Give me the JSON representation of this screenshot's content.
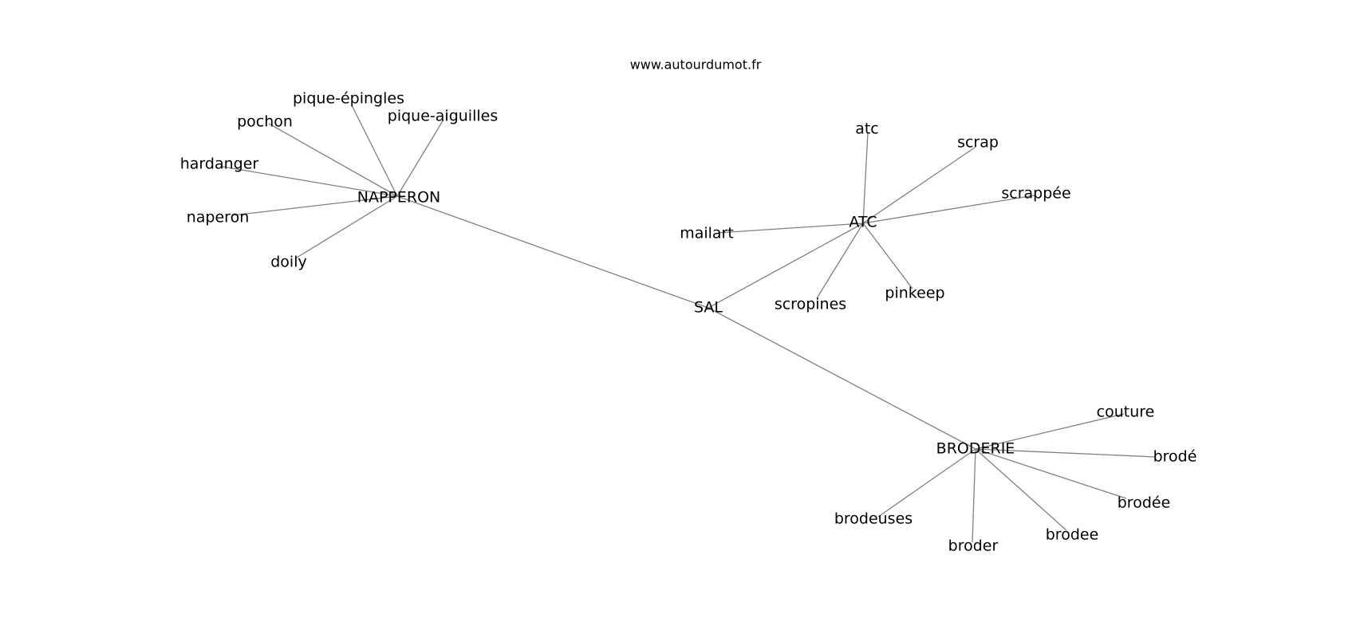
{
  "source": "www.autourdumot.fr",
  "colors": {
    "background": "#ffffff",
    "edge": "#808080",
    "text": "#000000"
  },
  "nodes": [
    {
      "id": "sal",
      "label": "SAL"
    },
    {
      "id": "napperon",
      "label": "NAPPERON"
    },
    {
      "id": "atc",
      "label": "ATC"
    },
    {
      "id": "broderie",
      "label": "BRODERIE"
    },
    {
      "id": "pique-epingles",
      "label": "pique-épingles"
    },
    {
      "id": "pique-aiguilles",
      "label": "pique-aiguilles"
    },
    {
      "id": "pochon",
      "label": "pochon"
    },
    {
      "id": "hardanger",
      "label": "hardanger"
    },
    {
      "id": "naperon",
      "label": "naperon"
    },
    {
      "id": "doily",
      "label": "doily"
    },
    {
      "id": "atc-lower",
      "label": "atc"
    },
    {
      "id": "scrap",
      "label": "scrap"
    },
    {
      "id": "scrappee",
      "label": "scrappée"
    },
    {
      "id": "mailart",
      "label": "mailart"
    },
    {
      "id": "scropines",
      "label": "scropines"
    },
    {
      "id": "pinkeep",
      "label": "pinkeep"
    },
    {
      "id": "couture",
      "label": "couture"
    },
    {
      "id": "brode",
      "label": "brodé"
    },
    {
      "id": "brodee-accent",
      "label": "brodée"
    },
    {
      "id": "brodee",
      "label": "brodee"
    },
    {
      "id": "broder",
      "label": "broder"
    },
    {
      "id": "brodeuses",
      "label": "brodeuses"
    }
  ],
  "edges": [
    [
      "sal",
      "napperon"
    ],
    [
      "sal",
      "atc"
    ],
    [
      "sal",
      "broderie"
    ],
    [
      "napperon",
      "pique-epingles"
    ],
    [
      "napperon",
      "pique-aiguilles"
    ],
    [
      "napperon",
      "pochon"
    ],
    [
      "napperon",
      "hardanger"
    ],
    [
      "napperon",
      "naperon"
    ],
    [
      "napperon",
      "doily"
    ],
    [
      "atc",
      "atc-lower"
    ],
    [
      "atc",
      "scrap"
    ],
    [
      "atc",
      "scrappee"
    ],
    [
      "atc",
      "mailart"
    ],
    [
      "atc",
      "scropines"
    ],
    [
      "atc",
      "pinkeep"
    ],
    [
      "broderie",
      "couture"
    ],
    [
      "broderie",
      "brode"
    ],
    [
      "broderie",
      "brodee-accent"
    ],
    [
      "broderie",
      "brodee"
    ],
    [
      "broderie",
      "broder"
    ],
    [
      "broderie",
      "brodeuses"
    ]
  ]
}
